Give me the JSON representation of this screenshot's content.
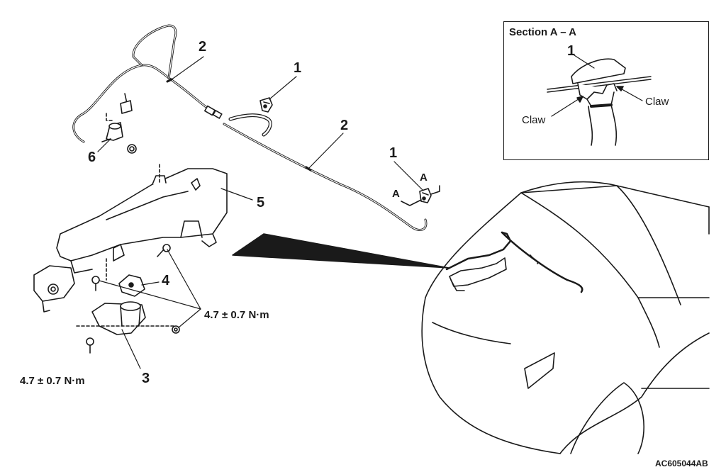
{
  "callouts": {
    "nozzle_left": "1",
    "hose_upper": "2",
    "nozzle_right": "1",
    "hose_lower": "2",
    "check_valve": "6",
    "tank": "5",
    "motor": "4",
    "level_sensor": "3"
  },
  "section_marks": {
    "mark_a_upper": "A",
    "mark_a_lower": "A"
  },
  "torques": {
    "torque_right": "4.7 ± 0.7 N·m",
    "torque_left": "4.7 ± 0.7 N·m"
  },
  "inset": {
    "title": "Section A – A",
    "part_number": "1",
    "claw_left": "Claw",
    "claw_right": "Claw"
  },
  "document_id": "AC605044AB"
}
